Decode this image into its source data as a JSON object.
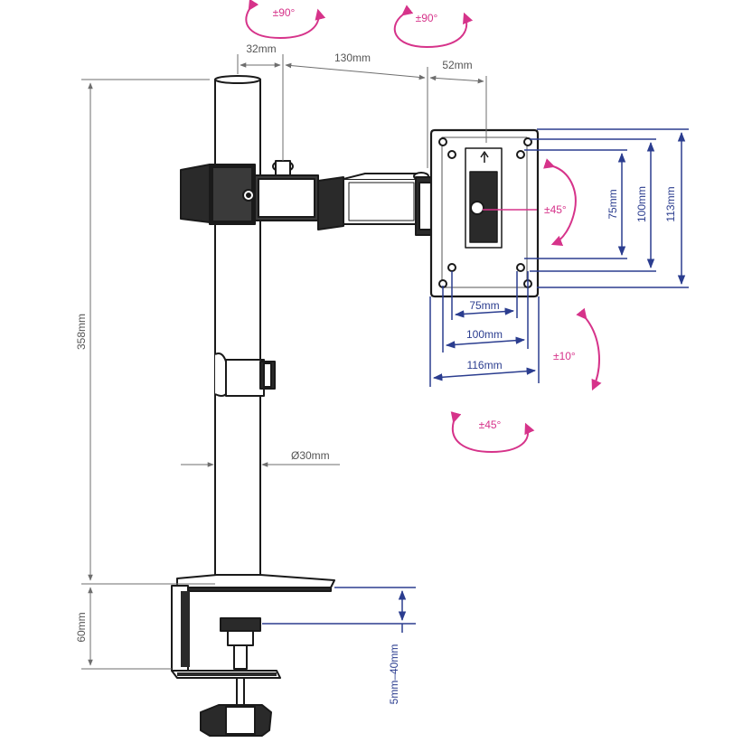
{
  "colors": {
    "structure": "#1a1a1a",
    "dim_gray": "#6e6e6e",
    "dim_blue": "#2b3d8f",
    "rotation": "#d6338a",
    "background": "#ffffff"
  },
  "icons": [
    "rotation-arrow-icon",
    "up-arrow-icon"
  ],
  "rotations": {
    "arm_left": "±90°",
    "arm_right": "±90°",
    "head_roll": "±45°",
    "head_tilt": "±10°",
    "head_swivel": "±45°"
  },
  "dimensions": {
    "pole_offset": "32mm",
    "arm_length": "130mm",
    "head_depth": "52mm",
    "pole_height": "358mm",
    "pole_diameter": "Ø30mm",
    "clamp_height": "60mm",
    "desk_thickness": "5mm–40mm",
    "vesa_h_small": "75mm",
    "vesa_h_large": "100mm",
    "plate_width": "116mm",
    "vesa_v_small": "75mm",
    "vesa_v_large": "100mm",
    "plate_height": "113mm"
  }
}
